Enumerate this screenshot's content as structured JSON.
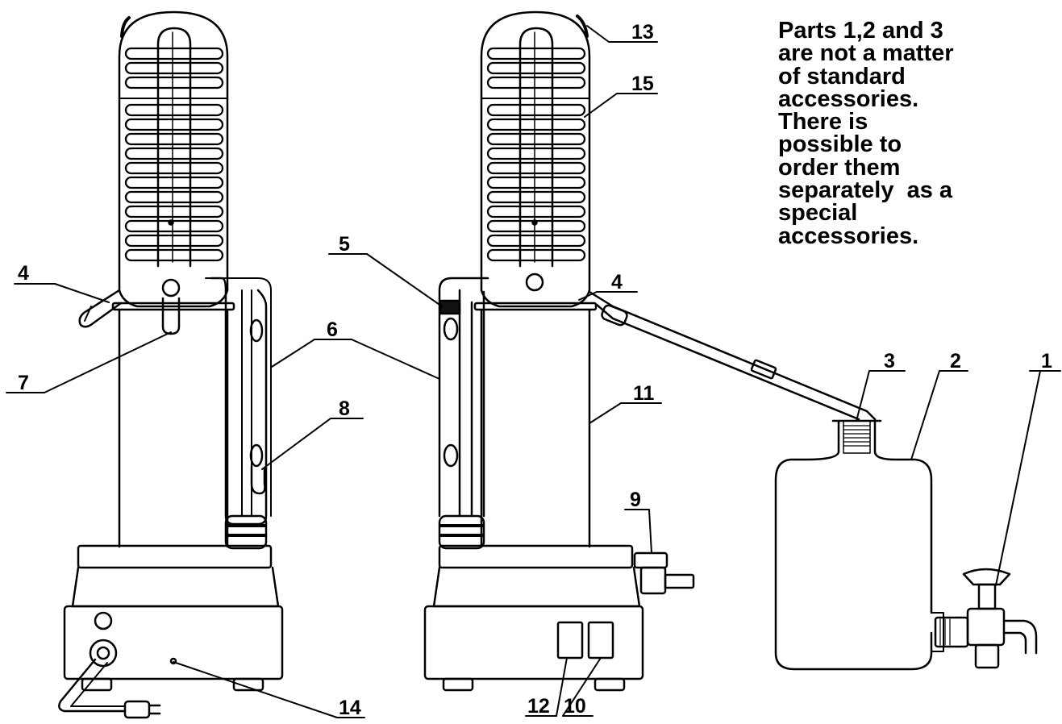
{
  "note_lines": [
    "Parts 1,2 and 3",
    "are not a matter",
    "of standard",
    "accessories.",
    "There is",
    "possible to",
    "order them",
    "separately  as a",
    "special",
    "accessories."
  ],
  "labels": {
    "l1": "1",
    "l2": "2",
    "l3": "3",
    "l4a": "4",
    "l4b": "4",
    "l5": "5",
    "l6": "6",
    "l7": "7",
    "l8": "8",
    "l9": "9",
    "l10": "10",
    "l11": "11",
    "l12": "12",
    "l13": "13",
    "l14": "14",
    "l15": "15"
  }
}
